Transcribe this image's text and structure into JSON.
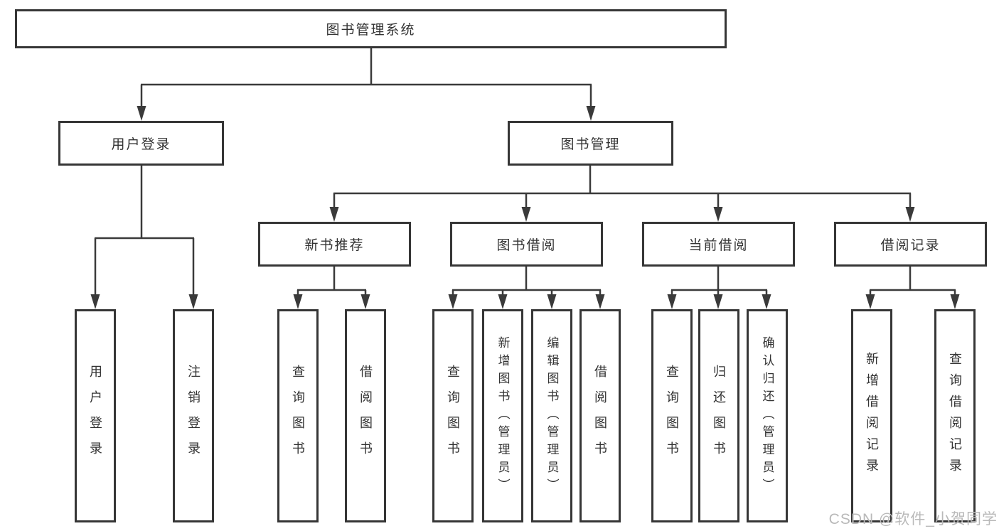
{
  "nodes": {
    "root": {
      "label": "图书管理系统"
    },
    "user_login": {
      "label": "用户登录"
    },
    "book_management": {
      "label": "图书管理"
    },
    "new_book_recommendation": {
      "label": "新书推荐"
    },
    "book_borrowing": {
      "label": "图书借阅"
    },
    "current_borrowing": {
      "label": "当前借阅"
    },
    "borrowing_records": {
      "label": "借阅记录"
    },
    "leaf_user_login": {
      "label": "用户登录"
    },
    "leaf_logout": {
      "label": "注销登录"
    },
    "leaf_query_books_recommend": {
      "label": "查询图书"
    },
    "leaf_borrow_books_recommend": {
      "label": "借阅图书"
    },
    "leaf_query_books_borrowing": {
      "label": "查询图书"
    },
    "leaf_add_books_admin": {
      "label": "新增图书（管理员）"
    },
    "leaf_edit_books_admin": {
      "label": "编辑图书（管理员）"
    },
    "leaf_borrow_books_borrowing": {
      "label": "借阅图书"
    },
    "leaf_query_books_current": {
      "label": "查询图书"
    },
    "leaf_return_books": {
      "label": "归还图书"
    },
    "leaf_confirm_return_admin": {
      "label": "确认归还（管理员）"
    },
    "leaf_add_borrow_record": {
      "label": "新增借阅记录"
    },
    "leaf_query_borrow_record": {
      "label": "查询借阅记录"
    }
  },
  "watermark": {
    "text": "CSDN @软件_小贺同学"
  },
  "colors": {
    "line": "#3a3a3a",
    "box_border": "#363636",
    "text": "#333333",
    "watermark": "#b9b9b9",
    "background": "#ffffff"
  }
}
